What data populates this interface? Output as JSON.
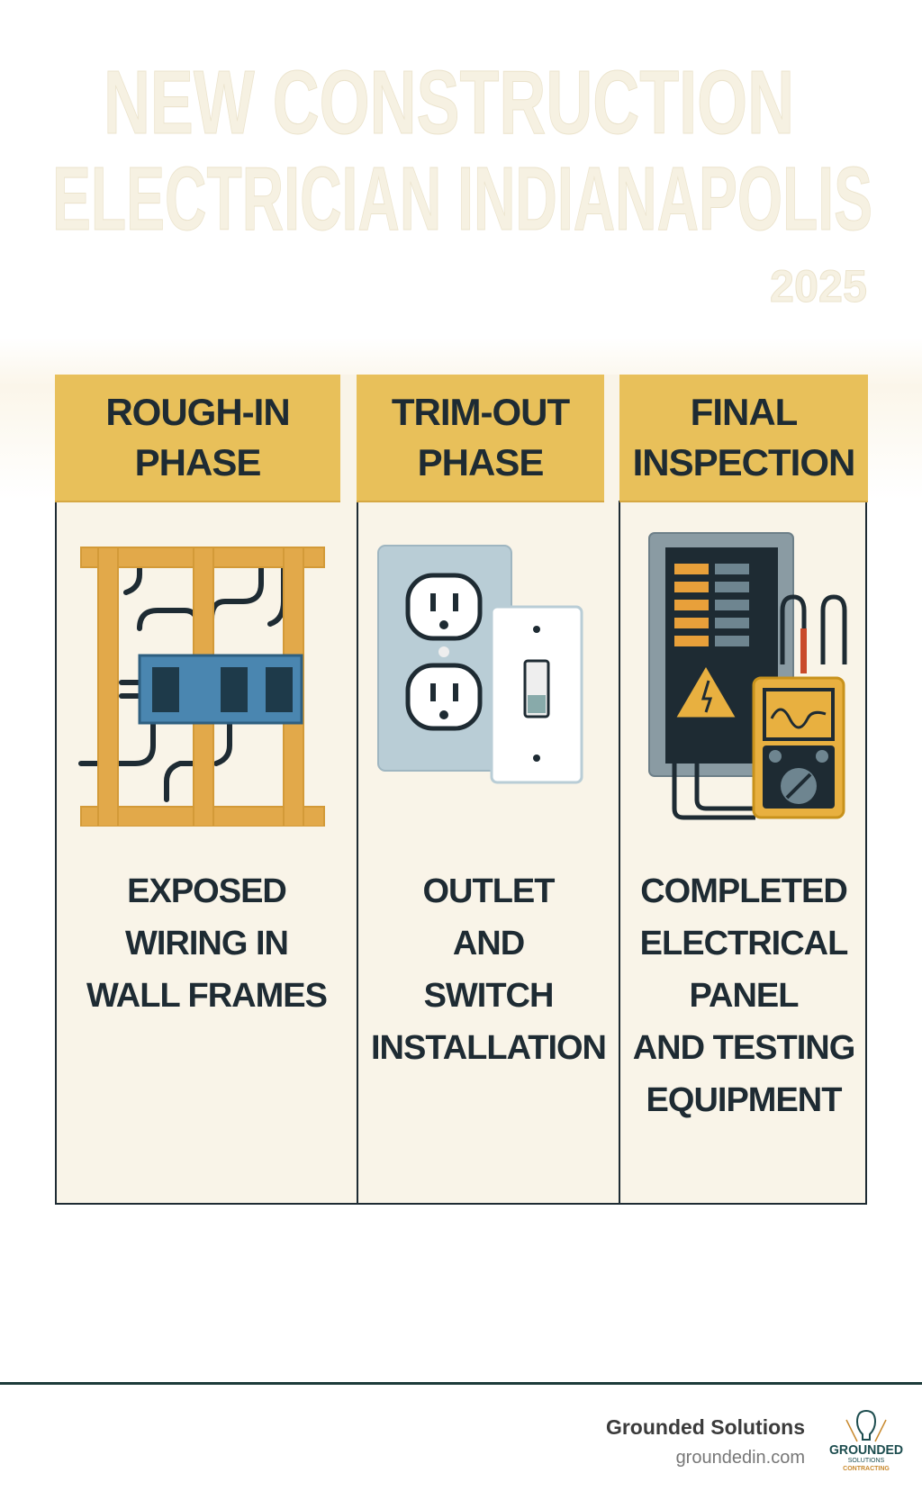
{
  "title": {
    "line1": "NEW CONSTRUCTION",
    "line2": "ELECTRICIAN INDIANAPOLIS",
    "year": "2025"
  },
  "phases": [
    {
      "header": [
        "ROUGH-IN",
        "PHASE"
      ],
      "illustration": "wall-frame-wiring-icon",
      "description": [
        "EXPOSED",
        "WIRING IN",
        "WALL FRAMES"
      ]
    },
    {
      "header": [
        "TRIM-OUT",
        "PHASE"
      ],
      "illustration": "outlet-switch-icon",
      "description": [
        "OUTLET",
        "AND",
        "SWITCH",
        "INSTALLATION"
      ]
    },
    {
      "header": [
        "FINAL",
        "INSPECTION"
      ],
      "illustration": "panel-multimeter-icon",
      "description": [
        "COMPLETED",
        "ELECTRICAL",
        "PANEL",
        "AND TESTING",
        "EQUIPMENT"
      ]
    }
  ],
  "footer": {
    "brand": "Grounded Solutions",
    "website": "groundedin.com",
    "logo_text": "GROUNDED SOLUTIONS CONTRACTING"
  },
  "colors": {
    "header": "#e8c05a",
    "ink": "#1e2b33",
    "panel_bg": "#f9f4e8",
    "wood": "#e2a94a",
    "blue": "#4a86b0",
    "footer_line": "#1d3b3a"
  }
}
